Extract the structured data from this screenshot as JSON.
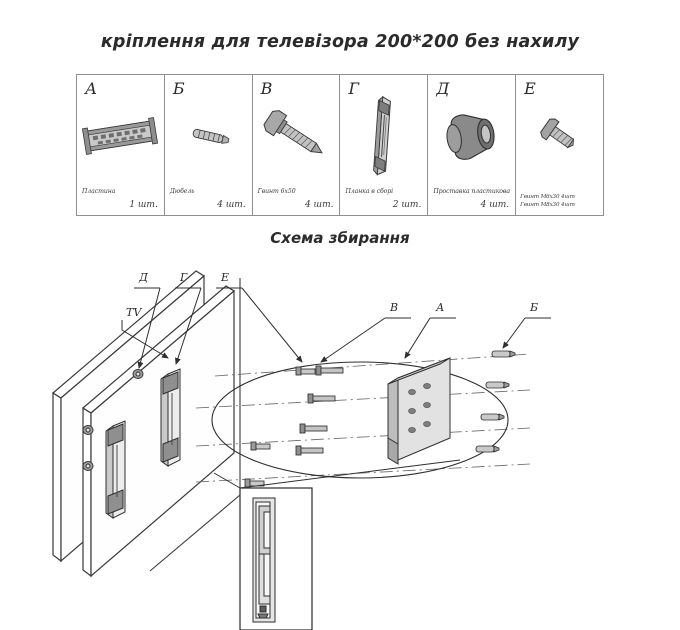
{
  "document": {
    "title": "кріплення для телевізора 200*200 без нахилу",
    "scheme_heading": "Схема збирання"
  },
  "parts_table": {
    "parts": [
      {
        "letter": "А",
        "icon": "mounting-plate-icon",
        "name": "Пластина",
        "qty": "1 шт."
      },
      {
        "letter": "Б",
        "icon": "dowel-icon",
        "name": "Дюбель",
        "qty": "4 шт."
      },
      {
        "letter": "В",
        "icon": "hex-screw-icon",
        "name": "Гвинт 6х50",
        "qty": "4 шт."
      },
      {
        "letter": "Г",
        "icon": "rail-bracket-icon",
        "name": "Планка в сборі",
        "qty": "2 шт."
      },
      {
        "letter": "Д",
        "icon": "plastic-spacer-icon",
        "name": "Проставка пластикова",
        "qty": "4 шт."
      },
      {
        "letter": "Е",
        "icon": "small-bolt-icon",
        "name_line1": "Гвинт М6х30  4шт",
        "name_line2": "Гвинт М8х30 4шт",
        "qty": ""
      }
    ]
  },
  "diagram": {
    "tv_label": "TV",
    "callouts": [
      {
        "key": "d",
        "label": "Д"
      },
      {
        "key": "g",
        "label": "Г"
      },
      {
        "key": "e",
        "label": "Е"
      },
      {
        "key": "v",
        "label": "В"
      },
      {
        "key": "a",
        "label": "А"
      },
      {
        "key": "b",
        "label": "Б"
      }
    ]
  },
  "colors": {
    "ink": "#2b2b2b",
    "line": "#4a4a4a",
    "table_border": "#8f8f8f",
    "metal_light": "#d9d9d9",
    "metal_mid": "#b3b3b3",
    "metal_dark": "#808080",
    "paper": "#ffffff"
  }
}
